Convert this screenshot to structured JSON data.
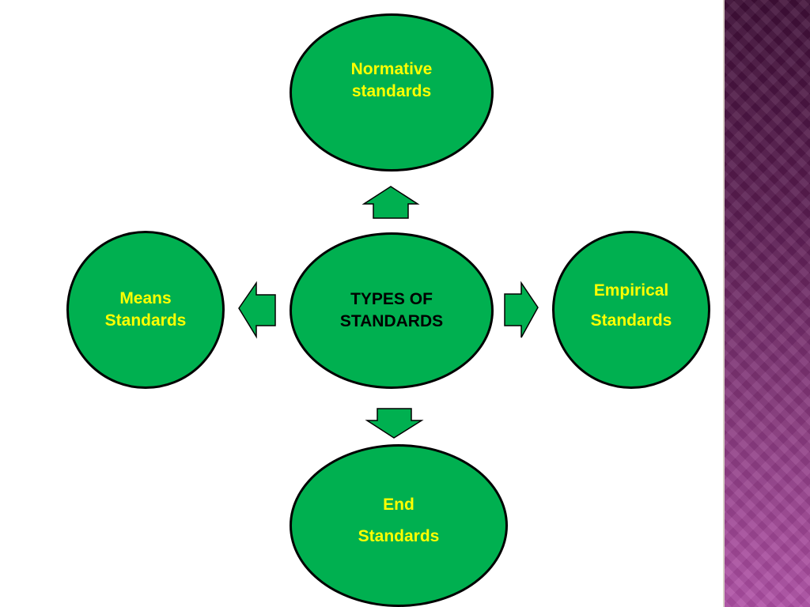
{
  "colors": {
    "node_fill": "#00b050",
    "node_border": "#000000",
    "outer_text": "#ffff00",
    "center_text": "#000000",
    "accent_panel": "#6b2560"
  },
  "diagram": {
    "center": {
      "line1": "TYPES OF",
      "line2": "STANDARDS"
    },
    "top": {
      "line1": "Normative",
      "line2": "standards"
    },
    "left": {
      "line1": "Means",
      "line2": "Standards"
    },
    "right": {
      "line1": "Empirical",
      "line2": "Standards"
    },
    "bottom": {
      "line1": "End",
      "line2": "Standards"
    }
  }
}
